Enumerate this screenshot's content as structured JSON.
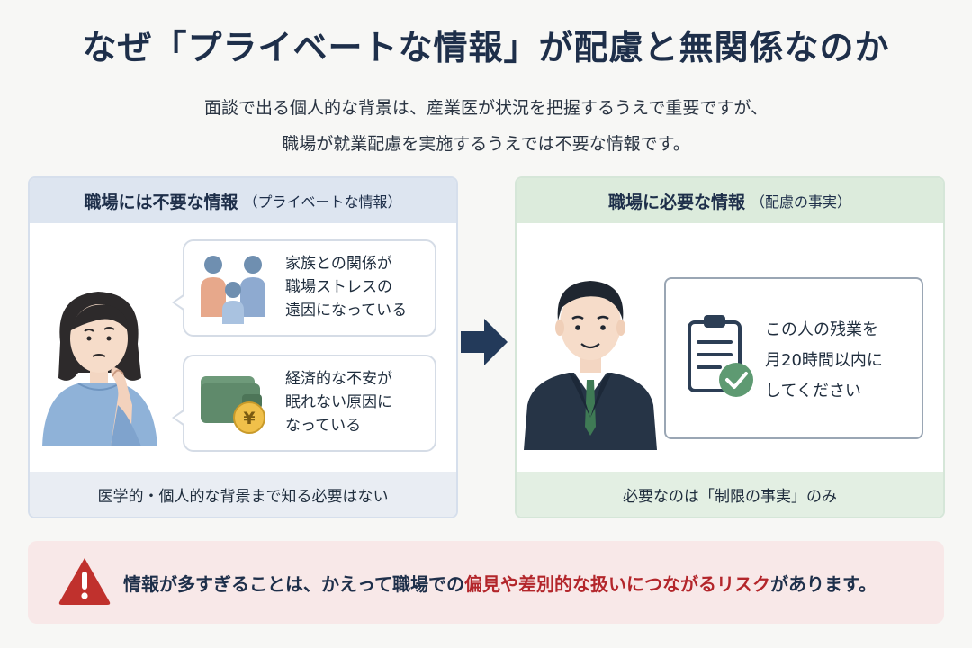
{
  "title": "なぜ「プライベートな情報」が配慮と無関係なのか",
  "subtitle": {
    "line1": "面談で出る個人的な背景は、産業医が状況を把握するうえで重要ですが、",
    "line2": "職場が就業配慮を実施するうえでは不要な情報です。"
  },
  "left_panel": {
    "heading": "職場には不要な情報",
    "note": "（プライベートな情報）",
    "bubble1": [
      "家族との関係が",
      "職場ストレスの",
      "遠因になっている"
    ],
    "bubble2": [
      "経済的な不安が",
      "眠れない原因に",
      "なっている"
    ],
    "footer": "医学的・個人的な背景まで知る必要はない",
    "icons": [
      "worried-woman-icon",
      "family-icon",
      "wallet-yen-icon"
    ]
  },
  "right_panel": {
    "heading": "職場に必要な情報",
    "note": "（配慮の事実）",
    "memo": [
      "この人の残業を",
      "月20時間以内に",
      "してください"
    ],
    "footer": "必要なのは「制限の事実」のみ",
    "icons": [
      "businessman-icon",
      "checklist-icon"
    ]
  },
  "warning": {
    "text_before": "情報が多すぎることは、かえって職場での",
    "text_highlight": "偏見や差別的な扱いにつながるリスク",
    "text_after": "があります。",
    "icon": "warning-triangle-icon"
  },
  "colors": {
    "navy": "#1e2f4a",
    "left_header": "#dde5f0",
    "right_header": "#dcebdc",
    "warning_bg": "#f8e8e8",
    "warning_red": "#b3262b"
  }
}
